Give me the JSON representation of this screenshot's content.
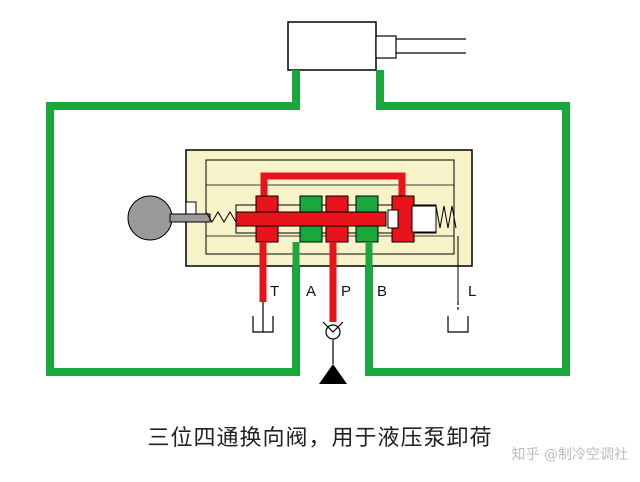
{
  "diagram": {
    "port_labels": {
      "T": "T",
      "A": "A",
      "P": "P",
      "B": "B",
      "L": "L"
    },
    "caption": "三位四通换向阀，用于液压泵卸荷",
    "watermark": "知乎 @制冷空调社"
  },
  "colors": {
    "pressure_line": "#e8141c",
    "return_line": "#18a83c",
    "valve_body": "#f7f2c8",
    "outline": "#000000"
  }
}
